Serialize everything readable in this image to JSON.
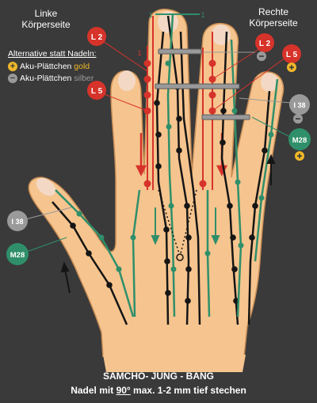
{
  "labels": {
    "left_side_line1": "Linke",
    "left_side_line2": "Körperseite",
    "right_side_line1": "Rechte",
    "right_side_line2": "Körperseite"
  },
  "legend": {
    "title": "Alternative statt Nadeln:",
    "gold_prefix": "Aku-Plättchen ",
    "gold_word": "gold",
    "silver_prefix": "Aku-Plättchen ",
    "silver_word": "silber",
    "plus_symbol": "+",
    "minus_symbol": "−"
  },
  "points": {
    "l2_left": "L 2",
    "l5_left": "L 5",
    "l2_right": "L 2",
    "l5_right": "L 5",
    "i38_right": "I 38",
    "m28_right": "M28",
    "i38_left": "I 38",
    "m28_left": "M28",
    "one_a": "1",
    "one_b": "1",
    "one_c": "1"
  },
  "caption": {
    "line1": "SAMCHO- JUNG - BANG",
    "line2_prefix": "Nadel mit ",
    "line2_angle": "90°",
    "line2_suffix": " max. 1-2 mm tief stechen"
  },
  "colors": {
    "background": "#3a3a3a",
    "skin": "#f6c48e",
    "red": "#d6332b",
    "green": "#2f8f6a",
    "black": "#151515",
    "gold": "#f0b829",
    "silver": "#9a9a9a"
  }
}
